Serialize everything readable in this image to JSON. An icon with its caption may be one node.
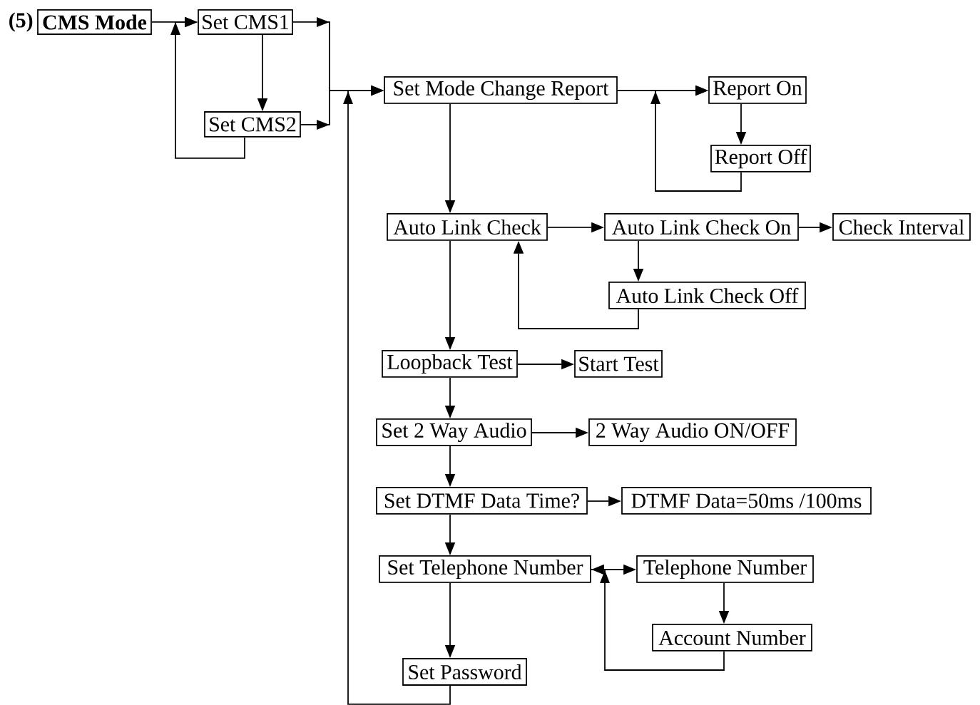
{
  "diagram": {
    "nodes": [
      {
        "text": [
          "CMS Mode"
        ],
        "beside": [
          "(5)"
        ]
      },
      {
        "text": [
          "Set CMS1"
        ]
      },
      {
        "text": [
          "Set CMS2"
        ]
      },
      {
        "text": [
          "Set Mode Change Report"
        ]
      },
      {
        "text": [
          "Report On"
        ]
      },
      {
        "text": [
          "Report Off"
        ]
      },
      {
        "text": [
          "Auto Link Check"
        ]
      },
      {
        "text": [
          "Auto Link Check On"
        ]
      },
      {
        "text": [
          "Check Interval"
        ]
      },
      {
        "text": [
          "Auto Link Check Off"
        ]
      },
      {
        "text": [
          "Loopback Test"
        ]
      },
      {
        "text": [
          "Start Test"
        ]
      },
      {
        "text": [
          "Set 2 Way Audio"
        ]
      },
      {
        "text": [
          "2 Way Audio ON/OFF"
        ]
      },
      {
        "text": [
          "Set DTMF Data Time?"
        ]
      },
      {
        "text": [
          "DTMF Data=50ms /100ms"
        ]
      },
      {
        "text": [
          "Set Telephone Number"
        ]
      },
      {
        "text": [
          "Telephone Number"
        ]
      },
      {
        "text": [
          "Account Number"
        ]
      },
      {
        "text": [
          "Set Password"
        ]
      }
    ],
    "edges": [
      {
        "from": 0,
        "to": 1,
        "arrow": "to"
      },
      {
        "from": 1,
        "to": 2,
        "arrow": "to"
      },
      {
        "from": 2,
        "to": 1,
        "arrow": "to"
      },
      {
        "from": 1,
        "to": 3,
        "arrow": "to"
      },
      {
        "from": 2,
        "to": 3,
        "arrow": "to"
      },
      {
        "from": 3,
        "to": 4,
        "arrow": "to"
      },
      {
        "from": 4,
        "to": 5,
        "arrow": "to"
      },
      {
        "from": 5,
        "to": 4,
        "arrow": "to"
      },
      {
        "from": 3,
        "to": 6,
        "arrow": "to"
      },
      {
        "from": 6,
        "to": 7,
        "arrow": "to"
      },
      {
        "from": 7,
        "to": 8,
        "arrow": "to"
      },
      {
        "from": 7,
        "to": 9,
        "arrow": "to"
      },
      {
        "from": 9,
        "to": 6,
        "arrow": "to"
      },
      {
        "from": 6,
        "to": 10,
        "arrow": "to"
      },
      {
        "from": 10,
        "to": 11,
        "arrow": "to"
      },
      {
        "from": 10,
        "to": 12,
        "arrow": "to"
      },
      {
        "from": 12,
        "to": 13,
        "arrow": "to"
      },
      {
        "from": 12,
        "to": 14,
        "arrow": "to"
      },
      {
        "from": 14,
        "to": 15,
        "arrow": "to"
      },
      {
        "from": 14,
        "to": 16,
        "arrow": "to"
      },
      {
        "from": 16,
        "to": 17,
        "arrow": "to"
      },
      {
        "from": 17,
        "to": 18,
        "arrow": "to"
      },
      {
        "from": 18,
        "to": 16,
        "arrow": "to"
      },
      {
        "from": 16,
        "to": 19,
        "arrow": "to"
      },
      {
        "from": 19,
        "to": 3,
        "arrow": "to"
      }
    ]
  }
}
